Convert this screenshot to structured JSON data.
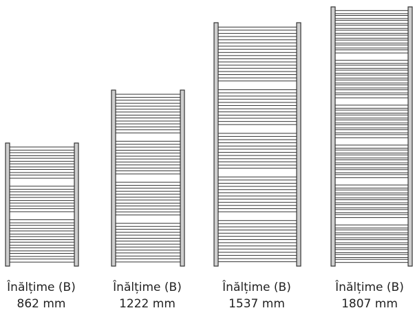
{
  "radiators": [
    {
      "label": "Înălțime (B)",
      "height": "862 mm",
      "groups": [
        6,
        5,
        8
      ]
    },
    {
      "label": "Înălțime (B)",
      "height": "1222 mm",
      "groups": [
        7,
        6,
        6,
        7
      ]
    },
    {
      "label": "Înălțime (B)",
      "height": "1537 mm",
      "groups": [
        9,
        6,
        6,
        6,
        7
      ]
    },
    {
      "label": "Înălțime (B)",
      "height": "1807 mm",
      "groups": [
        9,
        8,
        7,
        7,
        7,
        8
      ]
    }
  ],
  "colors": {
    "stroke": "#333333",
    "rail_fill": "#cfcfcf",
    "bar_fill": "#ffffff"
  }
}
